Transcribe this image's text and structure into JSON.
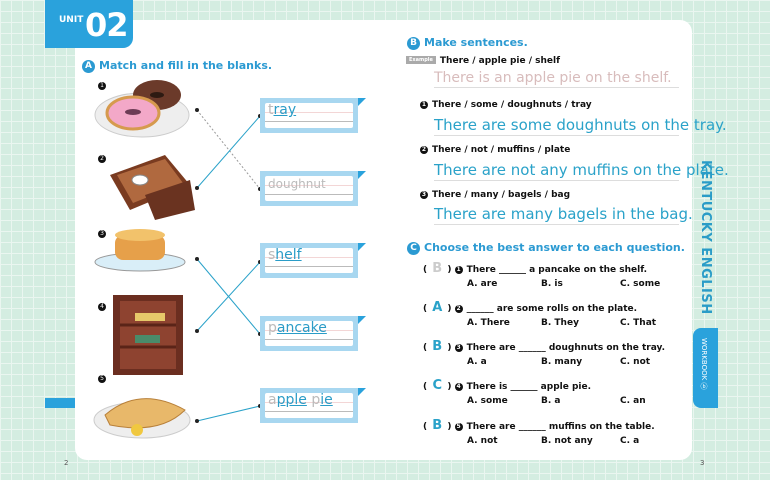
{
  "unit": {
    "label": "UNIT",
    "number": "02"
  },
  "sectionA": {
    "badge": "A",
    "title": "Match and fill in the blanks.",
    "item_numbers": [
      "1",
      "2",
      "3",
      "4",
      "5"
    ],
    "answers": [
      {
        "hint": "t",
        "fill": "ray"
      },
      {
        "hint": "doughnut",
        "fill": ""
      },
      {
        "hint": "s",
        "fill": "helf"
      },
      {
        "hint": "p",
        "fill": "ancake"
      },
      {
        "hint": "a",
        "fill": "pple",
        "hint2": "p",
        "fill2": "ie"
      }
    ]
  },
  "sectionB": {
    "badge": "B",
    "title": "Make sentences.",
    "example_label": "Example",
    "example_prompt": "There / apple pie / shelf",
    "example_answer": "There is an apple pie on the shelf.",
    "items": [
      {
        "num": "1",
        "prompt": "There / some / doughnuts / tray",
        "answer": "There are some doughnuts on the tray."
      },
      {
        "num": "2",
        "prompt": "There / not / muffins / plate",
        "answer": "There are not any muffins on the plate."
      },
      {
        "num": "3",
        "prompt": "There / many / bagels / bag",
        "answer": "There are many bagels in the bag."
      }
    ]
  },
  "sectionC": {
    "badge": "C",
    "title": "Choose the best answer to each question.",
    "items": [
      {
        "answer": "B",
        "num": "1",
        "question": "There ______ a pancake on the shelf.",
        "options": [
          "A. are",
          "B. is",
          "C. some"
        ]
      },
      {
        "answer": "A",
        "num": "2",
        "question": "______ are some rolls on the plate.",
        "options": [
          "A. There",
          "B. They",
          "C. That"
        ]
      },
      {
        "answer": "B",
        "num": "3",
        "question": "There are ______ doughnuts on the tray.",
        "options": [
          "A. a",
          "B. many",
          "C. not"
        ]
      },
      {
        "answer": "C",
        "num": "4",
        "question": "There is ______ apple pie.",
        "options": [
          "A. some",
          "B. a",
          "C. an"
        ]
      },
      {
        "answer": "B",
        "num": "5",
        "question": "There are ______ muffins on the table.",
        "options": [
          "A. not",
          "B. not any",
          "C. a"
        ]
      }
    ]
  },
  "side": {
    "title": "KENTUCKY ENGLISH",
    "tab": "WORKBOOK ⓑ"
  },
  "pages": {
    "left": "2",
    "right": "3"
  }
}
